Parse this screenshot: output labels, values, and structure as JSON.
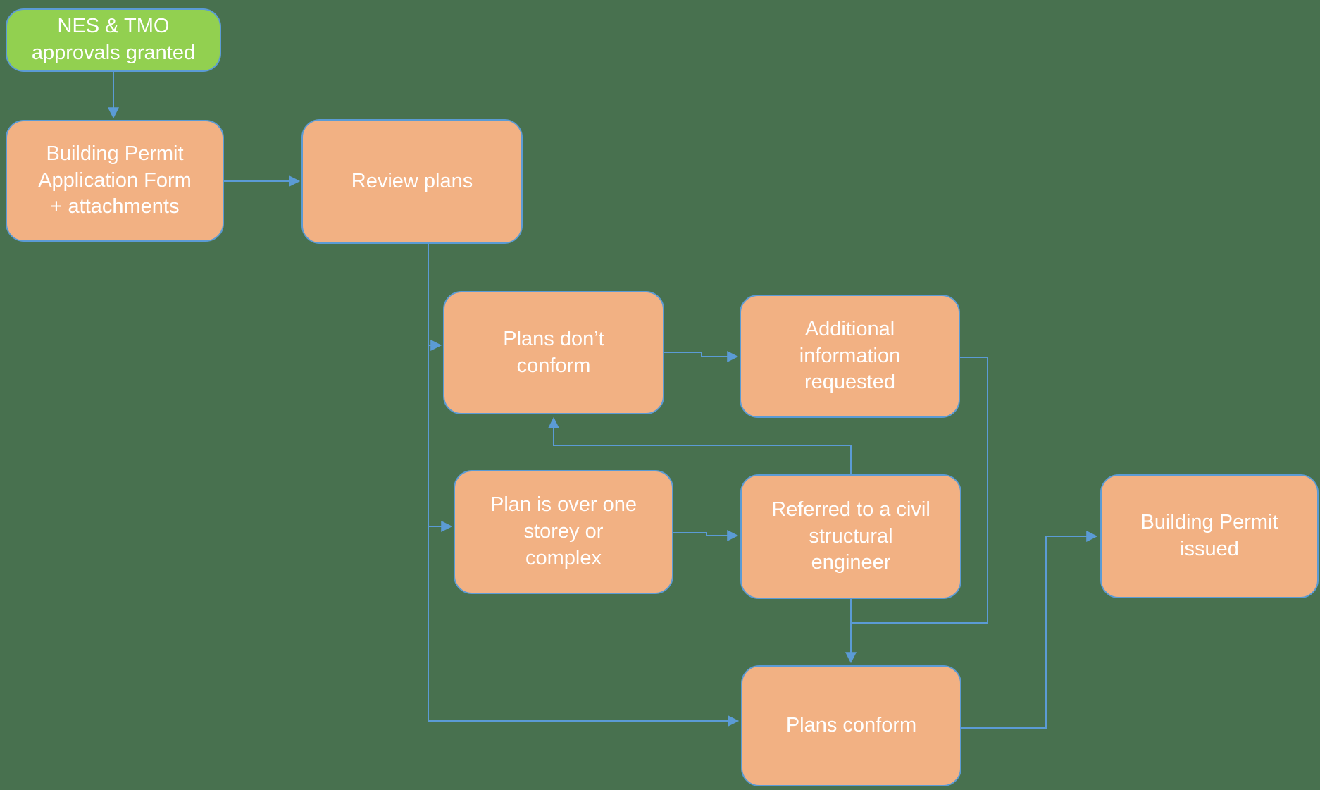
{
  "colors": {
    "background": "#48714F",
    "process_fill": "#F2B183",
    "start_fill": "#92D050",
    "stroke": "#5B9BD5",
    "text": "#FFFFFF"
  },
  "nodes": {
    "nes_tmo": {
      "label": "NES & TMO\napprovals granted",
      "type": "start"
    },
    "bp_form": {
      "label": "Building Permit\nApplication Form\n+ attachments",
      "type": "process"
    },
    "review": {
      "label": "Review plans",
      "type": "process"
    },
    "dont_conform": {
      "label": "Plans don’t\nconform",
      "type": "process"
    },
    "add_info": {
      "label": "Additional\ninformation\nrequested",
      "type": "process"
    },
    "over_storey": {
      "label": "Plan is over one\nstorey or\ncomplex",
      "type": "process"
    },
    "referred": {
      "label": "Referred to a civil\nstructural\nengineer",
      "type": "process"
    },
    "conform": {
      "label": "Plans conform",
      "type": "process"
    },
    "issued": {
      "label": "Building Permit\nissued",
      "type": "process"
    }
  },
  "edges": [
    {
      "from": "nes_tmo",
      "to": "bp_form"
    },
    {
      "from": "bp_form",
      "to": "review"
    },
    {
      "from": "review",
      "to": "dont_conform"
    },
    {
      "from": "review",
      "to": "over_storey"
    },
    {
      "from": "review",
      "to": "conform"
    },
    {
      "from": "dont_conform",
      "to": "add_info"
    },
    {
      "from": "add_info",
      "to": "conform"
    },
    {
      "from": "over_storey",
      "to": "referred"
    },
    {
      "from": "referred",
      "to": "dont_conform"
    },
    {
      "from": "referred",
      "to": "conform"
    },
    {
      "from": "conform",
      "to": "issued"
    }
  ]
}
